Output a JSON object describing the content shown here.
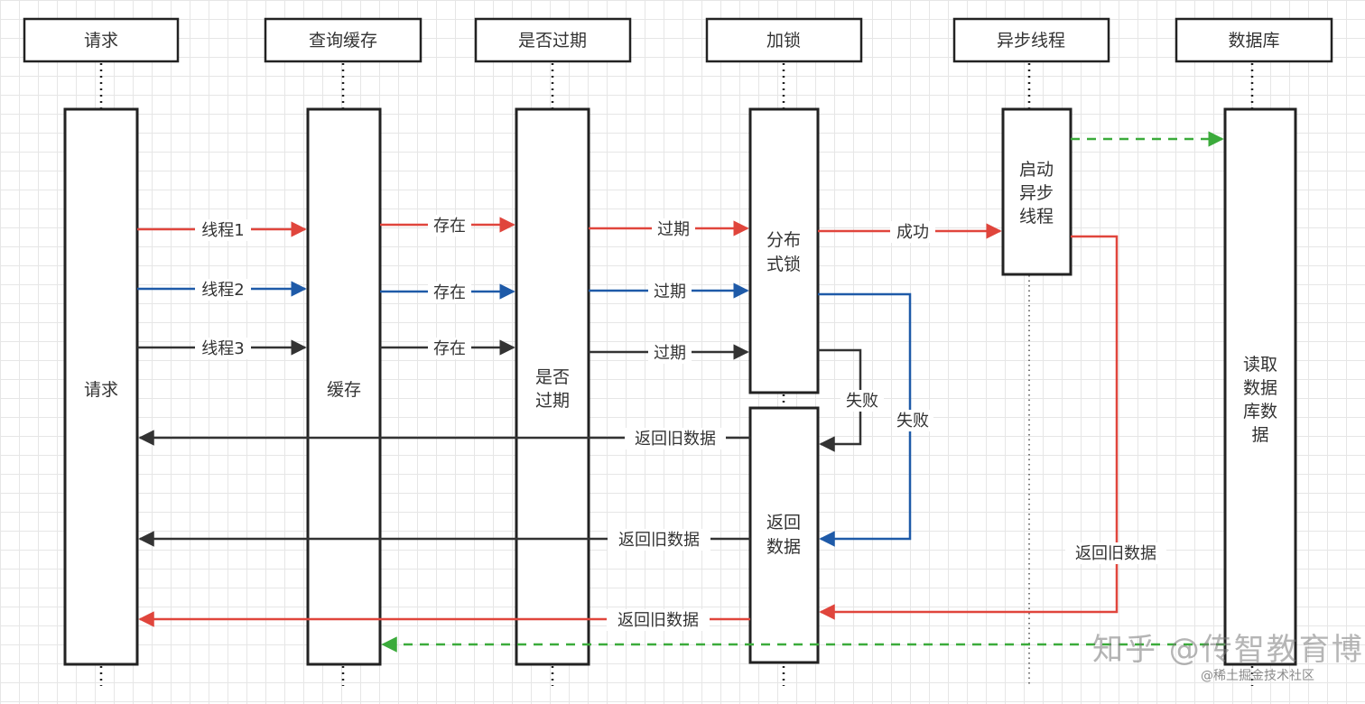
{
  "lifelines": [
    {
      "id": "request",
      "header": "请求",
      "box_lines": [
        "请求"
      ]
    },
    {
      "id": "cache",
      "header": "查询缓存",
      "box_lines": [
        "缓存"
      ]
    },
    {
      "id": "expire",
      "header": "是否过期",
      "box_lines": [
        "是否",
        "过期"
      ]
    },
    {
      "id": "lock",
      "header": "加锁",
      "box_lines": [
        "分布",
        "式锁"
      ],
      "return_box_lines": [
        "返回",
        "数据"
      ]
    },
    {
      "id": "async",
      "header": "异步线程",
      "box_lines": [
        "启动",
        "异步",
        "线程"
      ]
    },
    {
      "id": "db",
      "header": "数据库",
      "box_lines": [
        "读取",
        "数据",
        "库数",
        "据"
      ]
    }
  ],
  "colors": {
    "red": "#e0453c",
    "blue": "#1e5aa8",
    "black": "#333333",
    "green": "#3bab3b"
  },
  "messages": [
    {
      "id": "t1-req",
      "label": "线程1",
      "color": "red"
    },
    {
      "id": "t2-req",
      "label": "线程2",
      "color": "blue"
    },
    {
      "id": "t3-req",
      "label": "线程3",
      "color": "black"
    },
    {
      "id": "t1-exist",
      "label": "存在",
      "color": "red"
    },
    {
      "id": "t2-exist",
      "label": "存在",
      "color": "blue"
    },
    {
      "id": "t3-exist",
      "label": "存在",
      "color": "black"
    },
    {
      "id": "t1-expired",
      "label": "过期",
      "color": "red"
    },
    {
      "id": "t2-expired",
      "label": "过期",
      "color": "blue"
    },
    {
      "id": "t3-expired",
      "label": "过期",
      "color": "black"
    },
    {
      "id": "t1-success",
      "label": "成功",
      "color": "red"
    },
    {
      "id": "t3-fail",
      "label": "失败",
      "color": "black"
    },
    {
      "id": "t2-fail",
      "label": "失败",
      "color": "blue"
    },
    {
      "id": "t3-return",
      "label": "返回旧数据",
      "color": "black"
    },
    {
      "id": "t2-return",
      "label": "返回旧数据",
      "color": "black"
    },
    {
      "id": "async-return",
      "label": "返回旧数据",
      "color": "red"
    },
    {
      "id": "t1-return",
      "label": "返回旧数据",
      "color": "red"
    },
    {
      "id": "async-to-db",
      "label": "",
      "color": "green"
    },
    {
      "id": "db-to-cache",
      "label": "",
      "color": "green"
    }
  ],
  "watermark": "知乎 @传智教育博学谷",
  "footer": "@稀土掘金技术社区"
}
